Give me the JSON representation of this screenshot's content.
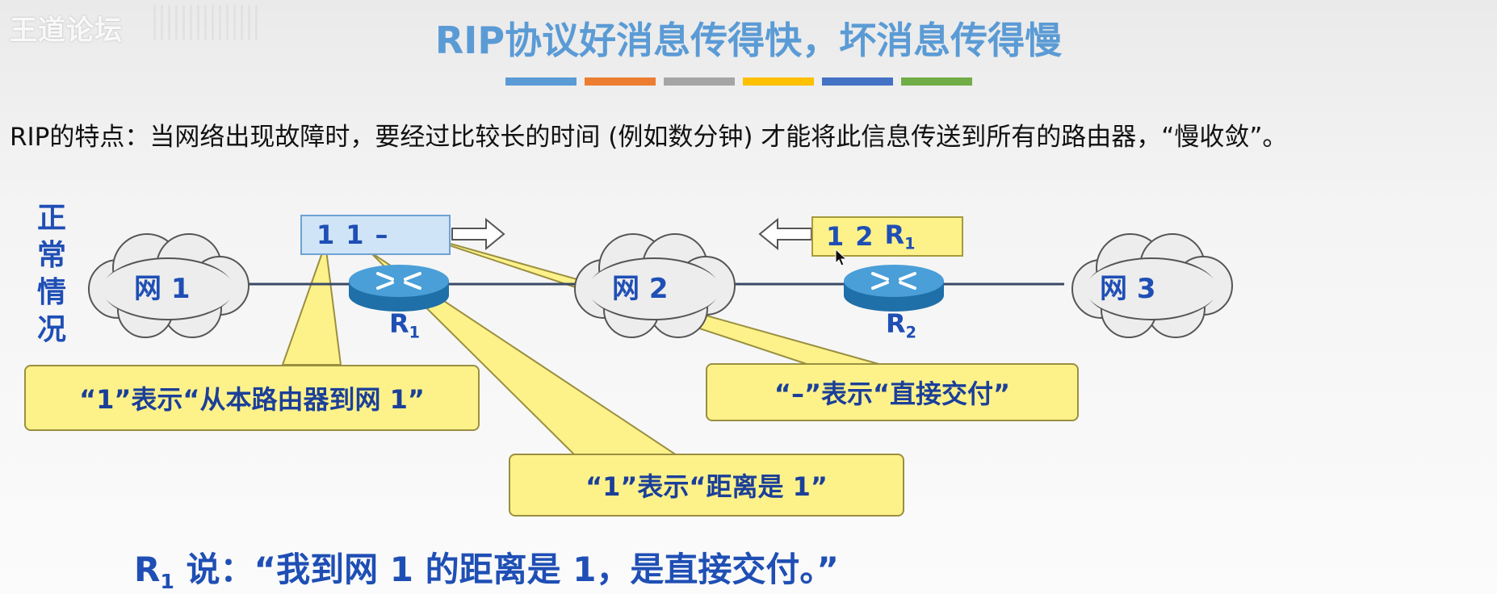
{
  "watermark": "王道论坛",
  "title": "RIP协议好消息传得快，坏消息传得慢",
  "colors": {
    "title": "#5b9bd5",
    "text_blue": "#1f4fb5",
    "callout_fill": "#fdf28a",
    "entry_fill": "#cfe4f6",
    "bars": [
      "#5b9bd5",
      "#ed7d31",
      "#a5a5a5",
      "#ffc000",
      "#4472c4",
      "#70ad47"
    ]
  },
  "subtitle": "RIP的特点：当网络出现故障时，要经过比较长的时间 (例如数分钟) 才能将此信息传送到所有的路由器，“慢收敛”。",
  "side_label": [
    "正",
    "常",
    "情",
    "况"
  ],
  "networks": [
    "网 1",
    "网 2",
    "网 3"
  ],
  "routers": [
    {
      "name": "R",
      "sub": "1"
    },
    {
      "name": "R",
      "sub": "2"
    }
  ],
  "entry_r1": [
    "1",
    "1",
    "–"
  ],
  "entry_r2": {
    "a": "1",
    "b": "2",
    "c": "R",
    "c_sub": "1"
  },
  "callouts": {
    "net": "“1”表示“从本路由器到网 1”",
    "dist": "“1”表示“距离是 1”",
    "direct": "“–”表示“直接交付”"
  },
  "bottom": {
    "speaker": "R",
    "speaker_sub": "1",
    "text": " 说：“我到网 1 的距离是 1，是直接交付。”"
  },
  "icons": {
    "router": "router-icon",
    "cloud": "cloud-icon",
    "arrow_right": "arrow-right-icon",
    "arrow_left": "arrow-left-icon",
    "cursor": "mouse-cursor-icon"
  }
}
